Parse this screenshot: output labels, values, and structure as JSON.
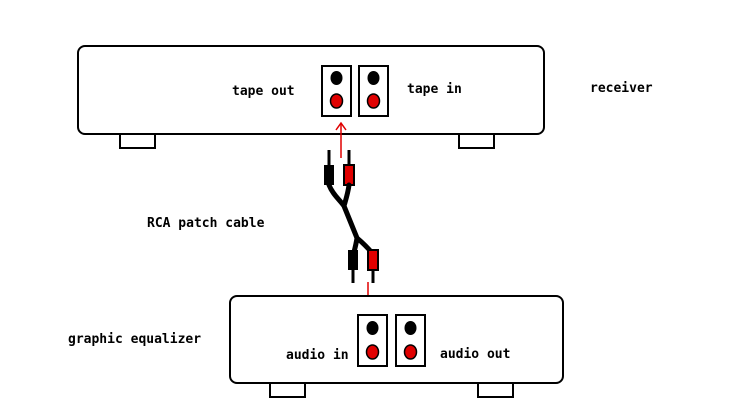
{
  "diagram": {
    "receiver": {
      "name": "receiver",
      "tape_out_label": "tape out",
      "tape_in_label": "tape in"
    },
    "cable": {
      "label": "RCA patch cable"
    },
    "equalizer": {
      "name": "graphic equalizer",
      "audio_in_label": "audio in",
      "audio_out_label": "audio out"
    },
    "colors": {
      "outline": "#000000",
      "black_jack": "#000000",
      "red_jack": "#e00000",
      "arrow": "#e00000",
      "background": "#ffffff"
    }
  }
}
